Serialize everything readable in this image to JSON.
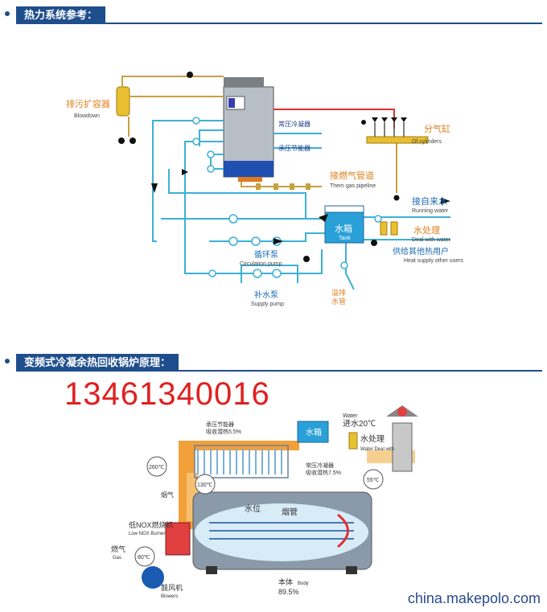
{
  "section1": {
    "title": "热力系统参考："
  },
  "section2": {
    "title": "变频式冷凝余热回收锅炉原理："
  },
  "phone": "13461340016",
  "watermark": "china.makepolo.com",
  "colors": {
    "header_bg": "#1f4e8c",
    "pipe_cyan": "#3cb0d8",
    "pipe_gold": "#c8a040",
    "pipe_red": "#e03030",
    "label_orange": "#e08020",
    "phone_red": "#e02020"
  },
  "diagram1": {
    "blowdown": {
      "cn": "排污扩容器",
      "en": "Blowdown"
    },
    "normal_condenser": {
      "cn": "常压冷凝器"
    },
    "pressure_economizer": {
      "cn": "承压节能器"
    },
    "cylinder": {
      "cn": "分气缸",
      "en": "Of cylinders"
    },
    "gas_pipeline": {
      "cn": "接燃气管道",
      "en": "Them gas pipeline"
    },
    "running_water": {
      "cn": "接自来水",
      "en": "Running water"
    },
    "tank": {
      "cn": "水箱",
      "en": "Tank"
    },
    "water_treatment": {
      "cn": "水处理",
      "en": "Deal with water"
    },
    "heat_supply": {
      "cn": "供给其他热用户",
      "en": "Heat supply other users"
    },
    "circulation_pump": {
      "cn": "循环泵",
      "en": "Circulation pump"
    },
    "supply_pump": {
      "cn": "补水泵",
      "en": "Supply pump"
    },
    "overflow": {
      "cn1": "溢排",
      "cn2": "水管"
    }
  },
  "diagram2": {
    "economizer": {
      "cn1": "承压节能器",
      "cn2": "吸收潜热5.5%"
    },
    "condenser": {
      "cn1": "常压冷凝器",
      "cn2": "吸收潜热7.5%"
    },
    "tank": {
      "cn": "水箱"
    },
    "water_in": {
      "en": "Water",
      "cn": "进水20℃"
    },
    "water_treatment": {
      "cn": "水处理",
      "en": "Water Deal with"
    },
    "temp_260": "260℃",
    "temp_130": "130℃",
    "temp_55": "55℃",
    "temp_80": "80℃",
    "flue": {
      "cn": "烟气"
    },
    "water_level": {
      "cn": "水位"
    },
    "smoke_tube": {
      "cn": "烟管"
    },
    "burner": {
      "cn": "低NOX燃烧机",
      "en": "Low NOX Burner"
    },
    "gas": {
      "cn": "燃气",
      "en": "Gas"
    },
    "blower": {
      "cn": "鼓风机",
      "en": "Blowers"
    },
    "body": {
      "cn": "本体",
      "en": "Body",
      "pct": "89.5%"
    }
  }
}
